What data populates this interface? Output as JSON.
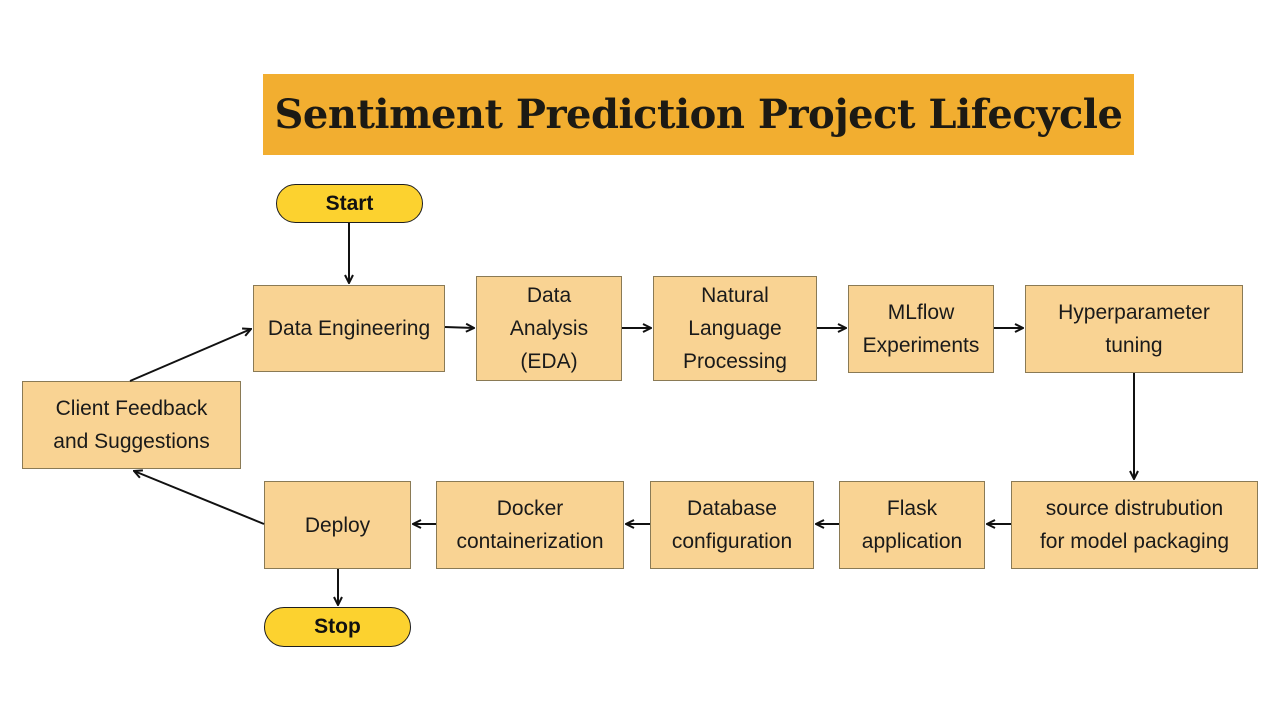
{
  "title": "Sentiment Prediction Project Lifecycle",
  "colors": {
    "banner": "#f2ae30",
    "terminal": "#fcd22f",
    "process": "#f9d393",
    "arrow": "#111111"
  },
  "terminals": {
    "start": "Start",
    "stop": "Stop"
  },
  "steps": {
    "data_engineering": "Data Engineering",
    "data_analysis": "Data\nAnalysis\n(EDA)",
    "nlp": "Natural\nLanguage\nProcessing",
    "mlflow": "MLflow\nExperiments",
    "hyperparameter": "Hyperparameter\ntuning",
    "source_distribution": "source distrubution\nfor model packaging",
    "flask": "Flask\napplication",
    "database": "Database\nconfiguration",
    "docker": "Docker\ncontainerization",
    "deploy": "Deploy",
    "client_feedback": "Client Feedback\nand Suggestions"
  }
}
